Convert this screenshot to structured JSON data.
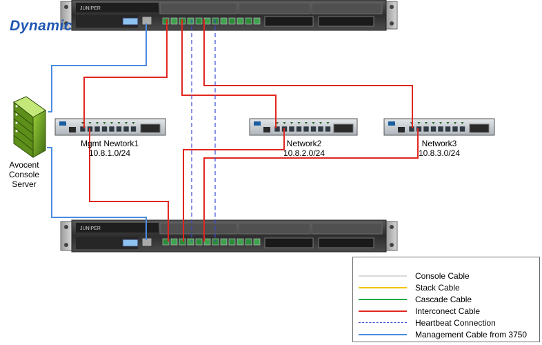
{
  "logo": {
    "text": "Dynamic",
    "color": "#1f56b3"
  },
  "devices": {
    "top_router": {
      "brand": "JUNIPER"
    },
    "bottom_router": {
      "brand": "JUNIPER"
    }
  },
  "switches": [
    {
      "line1": "Mgmt Newtork1",
      "line2": "10.8.1.0/24"
    },
    {
      "line1": "Network2",
      "line2": "10.8.2.0/24"
    },
    {
      "line1": "Network3",
      "line2": "10.8.3.0/24"
    }
  ],
  "console_server": {
    "line1": "Avocent",
    "line2": "Console",
    "line3": "Server"
  },
  "legend": {
    "items": [
      {
        "label": "Console Cable",
        "color": "#d9d9d9",
        "style": "solid"
      },
      {
        "label": "Stack Cable",
        "color": "#f2c200",
        "style": "solid"
      },
      {
        "label": "Cascade Cable",
        "color": "#1aaa4a",
        "style": "solid"
      },
      {
        "label": "Interconect Cable",
        "color": "#e0261f",
        "style": "solid"
      },
      {
        "label": "Heartbeat Connection",
        "color": "#3a4ad0",
        "style": "dashed"
      },
      {
        "label": "Management Cable from 3750",
        "color": "#4a8ae0",
        "style": "solid"
      }
    ]
  },
  "colors": {
    "interconnect": "#e0261f",
    "heartbeat": "#3a4ad0",
    "management": "#4a8ae0",
    "chassis": "#3c3c3c",
    "port": "#2d8a3c",
    "switch_body": "#c8cdd2"
  }
}
